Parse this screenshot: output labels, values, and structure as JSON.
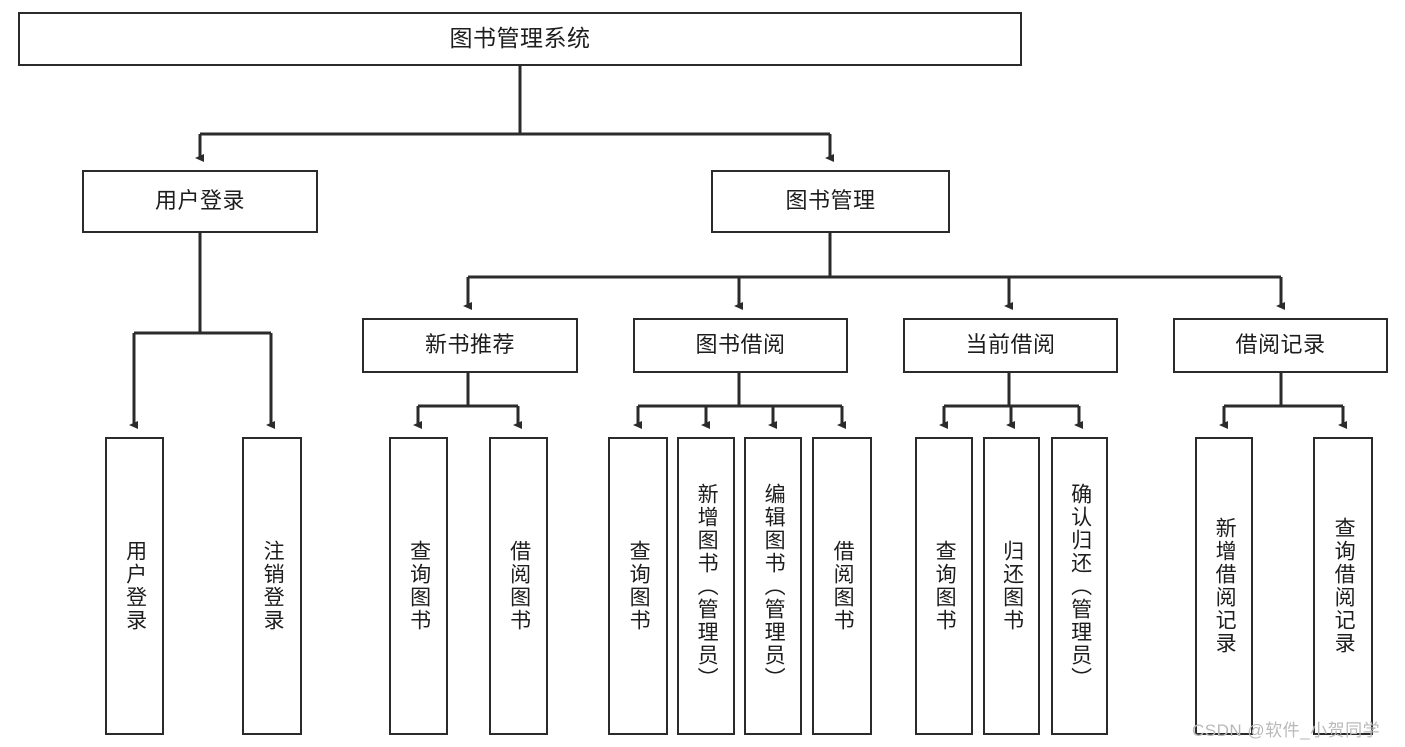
{
  "diagram": {
    "title": "图书管理系统",
    "stroke_color": "#2b2b2b",
    "background_color": "#ffffff",
    "text_color": "#1d1d1d",
    "levels": {
      "root": {
        "label": "图书管理系统"
      },
      "level2": [
        {
          "label": "用户登录"
        },
        {
          "label": "图书管理"
        }
      ],
      "level3": [
        {
          "label": "新书推荐"
        },
        {
          "label": "图书借阅"
        },
        {
          "label": "当前借阅"
        },
        {
          "label": "借阅记录"
        }
      ],
      "leaves": {
        "user_login": [
          {
            "label": "用户登录"
          },
          {
            "label": "注销登录"
          }
        ],
        "new_book_recommend": [
          {
            "label": "查询图书"
          },
          {
            "label": "借阅图书"
          }
        ],
        "book_borrow": [
          {
            "label": "查询图书"
          },
          {
            "label": "新增图书（管理员）"
          },
          {
            "label": "编辑图书（管理员）"
          },
          {
            "label": "借阅图书"
          }
        ],
        "current_borrow": [
          {
            "label": "查询图书"
          },
          {
            "label": "归还图书"
          },
          {
            "label": "确认归还（管理员）"
          }
        ],
        "borrow_record": [
          {
            "label": "新增借阅记录"
          },
          {
            "label": "查询借阅记录"
          }
        ]
      }
    }
  },
  "watermark": {
    "text": "CSDN @软件_小贺同学",
    "color": "#b9b9b9"
  }
}
